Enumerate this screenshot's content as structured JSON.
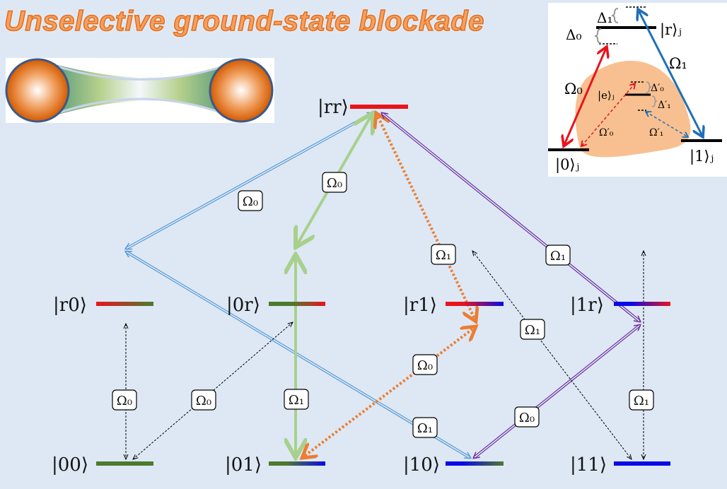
{
  "title": "Unselective ground-state blockade",
  "levels": {
    "rr": "|rr⟩",
    "r0": "|r0⟩",
    "0r": "|0r⟩",
    "r1": "|r1⟩",
    "1r": "|1r⟩",
    "00": "|00⟩",
    "01": "|01⟩",
    "10": "|10⟩",
    "11": "|11⟩"
  },
  "labels": {
    "omega0": "Ω₀",
    "omega1": "Ω₁"
  },
  "inset": {
    "r": "|r⟩ⱼ",
    "e": "|e⟩ⱼ",
    "zero": "|0⟩ⱼ",
    "one": "|1⟩ⱼ",
    "delta0": "Δ₀",
    "delta1": "Δ₁",
    "delta0p": "Δ′₀",
    "delta1p": "Δ′₁",
    "omega0": "Ω₀",
    "omega1": "Ω₁",
    "omega0p": "Ω′₀",
    "omega1p": "Ω′₁"
  },
  "colors": {
    "red": "#e8141c",
    "green": "#4e7a2e",
    "blue": "#0a0ae6",
    "lightblue": "#5b9bd5",
    "lightgreen": "#a8d08d",
    "orange": "#ed7d31",
    "purple": "#7030a0"
  }
}
